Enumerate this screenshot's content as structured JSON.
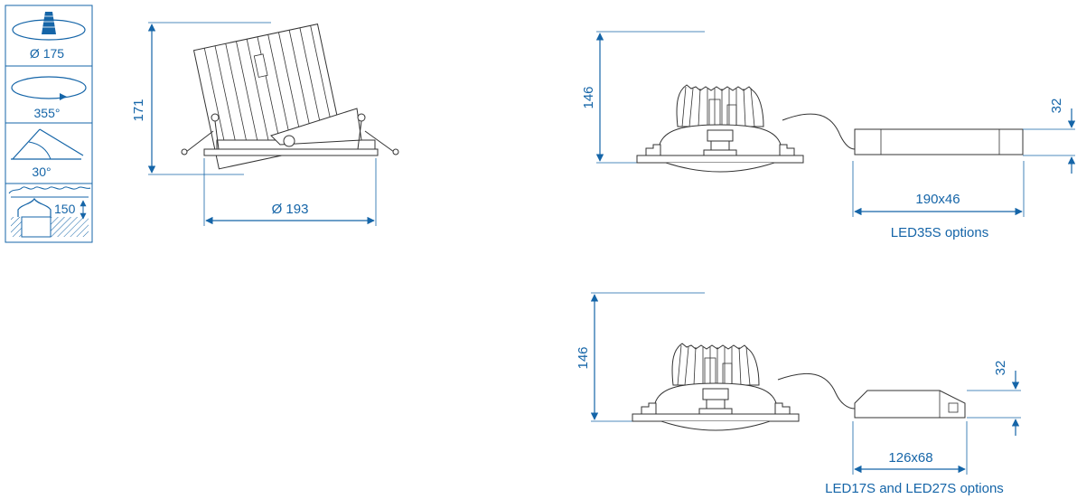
{
  "icons": {
    "beam_diameter": "Ø 175",
    "rotation": "355°",
    "tilt": "30°",
    "recess_depth": "150"
  },
  "tilted_view": {
    "height": "171",
    "diameter": "Ø 193"
  },
  "view_led35s": {
    "height": "146",
    "driver_height": "32",
    "driver_size": "190x46",
    "caption": "LED35S options"
  },
  "view_led17s_27s": {
    "height": "146",
    "driver_height": "32",
    "driver_size": "126x68",
    "caption": "LED17S and LED27S options"
  },
  "colors": {
    "accent": "#1565a8",
    "line": "#333333"
  }
}
